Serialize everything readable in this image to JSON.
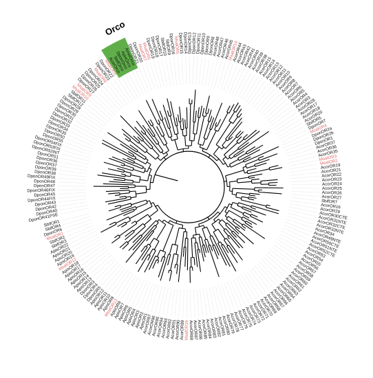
{
  "figure": {
    "colors": {
      "background": "#ffffff",
      "branch": "#000000",
      "label_default": "#111111",
      "label_highlight": "#e06a6a",
      "guide": "#cfcfcf",
      "orco_fill": "#5fae4a",
      "orco_text": "#000000"
    },
    "orco_label": "Orco",
    "leaves": [
      {
        "label": "DponOR41PSE",
        "hl": false
      },
      {
        "label": "DponOR40",
        "hl": false
      },
      {
        "label": "DponOR42",
        "hl": false
      },
      {
        "label": "DponOR43",
        "hl": false
      },
      {
        "label": "DponOR44FIX",
        "hl": false
      },
      {
        "label": "DponOR45",
        "hl": false
      },
      {
        "label": "DponOR46FIX",
        "hl": false
      },
      {
        "label": "DponOR47",
        "hl": false
      },
      {
        "label": "DponOR48",
        "hl": false
      },
      {
        "label": "DponOR49FIX",
        "hl": false
      },
      {
        "label": "DponOR38",
        "hl": false
      },
      {
        "label": "DponOR39",
        "hl": false
      },
      {
        "label": "DponOR37",
        "hl": false
      },
      {
        "label": "DponOR36",
        "hl": false
      },
      {
        "label": "DponOR51",
        "hl": false
      },
      {
        "label": "DponOR52INT",
        "hl": false
      },
      {
        "label": "DponOR53FIX",
        "hl": false
      },
      {
        "label": "DponOR54FIX",
        "hl": false
      },
      {
        "label": "DponOR55",
        "hl": false
      },
      {
        "label": "DponOR50",
        "hl": false
      },
      {
        "label": "DponOR35",
        "hl": false
      },
      {
        "label": "DponOR34",
        "hl": false
      },
      {
        "label": "DponOR33",
        "hl": false
      },
      {
        "label": "DponOR32",
        "hl": false
      },
      {
        "label": "DponOR31",
        "hl": false
      },
      {
        "label": "DponOR30",
        "hl": false
      },
      {
        "label": "DponOR29",
        "hl": false
      },
      {
        "label": "DponOR28",
        "hl": false
      },
      {
        "label": "SbifOR12",
        "hl": false
      },
      {
        "label": "SbifOR11",
        "hl": false
      },
      {
        "label": "MsalOR10",
        "hl": true
      },
      {
        "label": "MsalOR9",
        "hl": true
      },
      {
        "label": "DponOR27",
        "hl": false
      },
      {
        "label": "DponOR26",
        "hl": false
      },
      {
        "label": "DponOR25",
        "hl": false
      },
      {
        "label": "DponOR24",
        "hl": false
      },
      {
        "label": "MsalOR8",
        "hl": true
      },
      {
        "label": "DponOR23",
        "hl": false
      },
      {
        "label": "DponOR22",
        "hl": false
      },
      {
        "label": "MsalOrco",
        "hl": true
      },
      {
        "label": "AcorOrco",
        "hl": false,
        "orco": true
      },
      {
        "label": "SbifOrco",
        "hl": false,
        "orco": true
      },
      {
        "label": "DponOrco",
        "hl": false,
        "orco": true
      },
      {
        "label": "ApisOrco",
        "hl": false,
        "orco": true
      },
      {
        "label": "AmelOrco",
        "hl": false,
        "orco": true
      },
      {
        "label": "DponOR21",
        "hl": false
      },
      {
        "label": "DponOR20",
        "hl": false
      },
      {
        "label": "MsalOR7",
        "hl": true
      },
      {
        "label": "MsalOR6",
        "hl": true
      },
      {
        "label": "DponOR19",
        "hl": false
      },
      {
        "label": "DponOR18",
        "hl": false
      },
      {
        "label": "DponOR17",
        "hl": false
      },
      {
        "label": "SbifOR10",
        "hl": false
      },
      {
        "label": "SbifOR9",
        "hl": false
      },
      {
        "label": "DponOR16",
        "hl": false
      },
      {
        "label": "MsalOR5",
        "hl": true
      },
      {
        "label": "DponOR15",
        "hl": false
      },
      {
        "label": "DponOR14",
        "hl": false
      },
      {
        "label": "DponOR13",
        "hl": false
      },
      {
        "label": "DponOR12",
        "hl": false
      },
      {
        "label": "DponOR11",
        "hl": false
      },
      {
        "label": "DponOR10",
        "hl": false
      },
      {
        "label": "DponOR9",
        "hl": false
      },
      {
        "label": "DponOR8",
        "hl": false
      },
      {
        "label": "AcorOR48",
        "hl": false
      },
      {
        "label": "AcorOR47",
        "hl": false
      },
      {
        "label": "AcorOR46",
        "hl": false
      },
      {
        "label": "AcorOR45",
        "hl": false
      },
      {
        "label": "MsalOR14",
        "hl": true
      },
      {
        "label": "AcorOR44",
        "hl": false
      },
      {
        "label": "AcorOR43",
        "hl": false
      },
      {
        "label": "AcorOR42",
        "hl": false
      },
      {
        "label": "AcorOR41",
        "hl": false
      },
      {
        "label": "AcorOR40",
        "hl": false
      },
      {
        "label": "AcorOR39",
        "hl": false
      },
      {
        "label": "AcorOR38",
        "hl": false
      },
      {
        "label": "AcorOR15",
        "hl": false
      },
      {
        "label": "AcorOR14",
        "hl": false
      },
      {
        "label": "AcorOR13",
        "hl": false
      },
      {
        "label": "AcorOR12",
        "hl": false
      },
      {
        "label": "AcorOR11",
        "hl": false
      },
      {
        "label": "AcorOR10",
        "hl": false
      },
      {
        "label": "AcorOR9",
        "hl": false
      },
      {
        "label": "AcorOR8",
        "hl": false
      },
      {
        "label": "AcorOR7",
        "hl": false
      },
      {
        "label": "AcorOR6",
        "hl": false
      },
      {
        "label": "AcorOR5",
        "hl": false
      },
      {
        "label": "AcorOR4",
        "hl": false
      },
      {
        "label": "AcorOR3",
        "hl": false
      },
      {
        "label": "AcorOR28",
        "hl": false
      },
      {
        "label": "AcorOR17",
        "hl": false
      },
      {
        "label": "AcorOR18",
        "hl": false
      },
      {
        "label": "AcorOR20",
        "hl": false
      },
      {
        "label": "SbifOR5",
        "hl": false
      },
      {
        "label": "DponOR7",
        "hl": false
      },
      {
        "label": "MsalOR4",
        "hl": true
      },
      {
        "label": "DponOR2a",
        "hl": false
      },
      {
        "label": "DponOR2b",
        "hl": false
      },
      {
        "label": "DponOR1",
        "hl": false
      },
      {
        "label": "AcorOR37",
        "hl": false
      },
      {
        "label": "AcorOR36",
        "hl": false
      },
      {
        "label": "AcorOR35",
        "hl": false
      },
      {
        "label": "MsalOR3",
        "hl": true
      },
      {
        "label": "MsalOR2",
        "hl": true
      },
      {
        "label": "AcorOR19",
        "hl": false
      },
      {
        "label": "AcorOR21",
        "hl": false
      },
      {
        "label": "AcorOR22",
        "hl": false
      },
      {
        "label": "AcorOR23",
        "hl": false
      },
      {
        "label": "AcorOR24",
        "hl": false
      },
      {
        "label": "AcorOR25",
        "hl": false
      },
      {
        "label": "AcorOR26",
        "hl": false
      },
      {
        "label": "AcorOR27",
        "hl": false
      },
      {
        "label": "SbifOR7",
        "hl": false
      },
      {
        "label": "AcorOR16",
        "hl": false
      },
      {
        "label": "AcorOR29",
        "hl": false
      },
      {
        "label": "AcorOR30CTE",
        "hl": false
      },
      {
        "label": "AcorOR31NTE",
        "hl": false
      },
      {
        "label": "AcorOR32CTE",
        "hl": false
      },
      {
        "label": "AcorOR33NTE",
        "hl": false
      },
      {
        "label": "AcorOR34",
        "hl": false
      },
      {
        "label": "AcorOR49NTE",
        "hl": false
      },
      {
        "label": "AcorOR50CTE",
        "hl": false
      },
      {
        "label": "AcorOR51NTE",
        "hl": false
      },
      {
        "label": "AcorOR52CTE",
        "hl": false
      },
      {
        "label": "AcorOR53",
        "hl": false
      },
      {
        "label": "AcorOR54",
        "hl": false
      },
      {
        "label": "AcorOR55",
        "hl": false
      },
      {
        "label": "AcorOR56",
        "hl": false
      },
      {
        "label": "AcorOR57",
        "hl": false
      },
      {
        "label": "AcorOR58",
        "hl": false
      },
      {
        "label": "AcorOR59",
        "hl": false
      },
      {
        "label": "AcorOR60",
        "hl": false
      },
      {
        "label": "AcorOR61",
        "hl": false
      },
      {
        "label": "AcorOR62",
        "hl": false
      },
      {
        "label": "AcorOR63",
        "hl": false
      },
      {
        "label": "AcorOR64",
        "hl": false
      },
      {
        "label": "AcorOR65",
        "hl": false
      },
      {
        "label": "AcorOR66",
        "hl": false
      },
      {
        "label": "AcorOR67",
        "hl": false
      },
      {
        "label": "AcorOR68",
        "hl": false
      },
      {
        "label": "AcorOR69",
        "hl": false
      },
      {
        "label": "AcorOR70",
        "hl": false
      },
      {
        "label": "AcorOR71",
        "hl": false
      },
      {
        "label": "AcorOR72",
        "hl": false
      },
      {
        "label": "AcorOR73",
        "hl": false
      },
      {
        "label": "AcorOR74",
        "hl": false
      },
      {
        "label": "AcorOR75",
        "hl": false
      },
      {
        "label": "AcorOR76",
        "hl": false
      },
      {
        "label": "AcorOR77",
        "hl": false
      },
      {
        "label": "AcorOR78",
        "hl": false
      },
      {
        "label": "AcorOR79",
        "hl": false
      },
      {
        "label": "AcorOR80",
        "hl": false
      },
      {
        "label": "AcorOR81",
        "hl": false
      },
      {
        "label": "AcorOR82",
        "hl": false
      },
      {
        "label": "AcorOR83",
        "hl": false
      },
      {
        "label": "AcorOR84",
        "hl": false
      },
      {
        "label": "AcorOR85",
        "hl": false
      },
      {
        "label": "AcorOR86",
        "hl": false
      },
      {
        "label": "AcorOR87",
        "hl": false
      },
      {
        "label": "AcorOR88",
        "hl": false
      },
      {
        "label": "MsalOR16",
        "hl": true
      },
      {
        "label": "AcorOR89",
        "hl": false
      },
      {
        "label": "AcorOR90",
        "hl": false
      },
      {
        "label": "AcorOR91",
        "hl": false
      },
      {
        "label": "AcorOR92",
        "hl": false
      },
      {
        "label": "AcorOR93",
        "hl": false
      },
      {
        "label": "AcorOR94",
        "hl": false
      },
      {
        "label": "AcorOR95",
        "hl": false
      },
      {
        "label": "AcorOR96",
        "hl": false
      },
      {
        "label": "AcorOR97",
        "hl": false
      },
      {
        "label": "ApisOR1",
        "hl": false
      },
      {
        "label": "ApisOR2",
        "hl": false
      },
      {
        "label": "ApisOR3",
        "hl": false
      },
      {
        "label": "ApisOR4",
        "hl": false
      },
      {
        "label": "ApisOR5",
        "hl": false
      },
      {
        "label": "ApisOR6",
        "hl": false
      },
      {
        "label": "ApisOR7",
        "hl": false
      },
      {
        "label": "ApisOR8",
        "hl": false
      },
      {
        "label": "MsalOR13",
        "hl": true
      },
      {
        "label": "ApisOR9",
        "hl": false
      },
      {
        "label": "ApisOR10",
        "hl": false
      },
      {
        "label": "ApisOR11",
        "hl": false
      },
      {
        "label": "ApisOR12",
        "hl": false
      },
      {
        "label": "DponOR5",
        "hl": false
      },
      {
        "label": "DponOR4",
        "hl": false
      },
      {
        "label": "DponOR3",
        "hl": false
      },
      {
        "label": "ApisOR13",
        "hl": false
      },
      {
        "label": "ApisOR14",
        "hl": false
      },
      {
        "label": "ApisOR15",
        "hl": false
      },
      {
        "label": "ApisOR16",
        "hl": false
      },
      {
        "label": "ApisOR17",
        "hl": false
      },
      {
        "label": "ApisOR18",
        "hl": false
      },
      {
        "label": "MsalOR12",
        "hl": true
      },
      {
        "label": "ApisOR19",
        "hl": false
      },
      {
        "label": "ApisOR20",
        "hl": false
      },
      {
        "label": "ApisOR21",
        "hl": false
      },
      {
        "label": "ApisOR22",
        "hl": false
      },
      {
        "label": "SbifOR3",
        "hl": false
      },
      {
        "label": "SbifOR2",
        "hl": false
      },
      {
        "label": "MsalOR1",
        "hl": true
      },
      {
        "label": "DponOR6",
        "hl": false
      },
      {
        "label": "SbifOR4",
        "hl": false
      },
      {
        "label": "SbifOR1",
        "hl": false
      }
    ]
  }
}
